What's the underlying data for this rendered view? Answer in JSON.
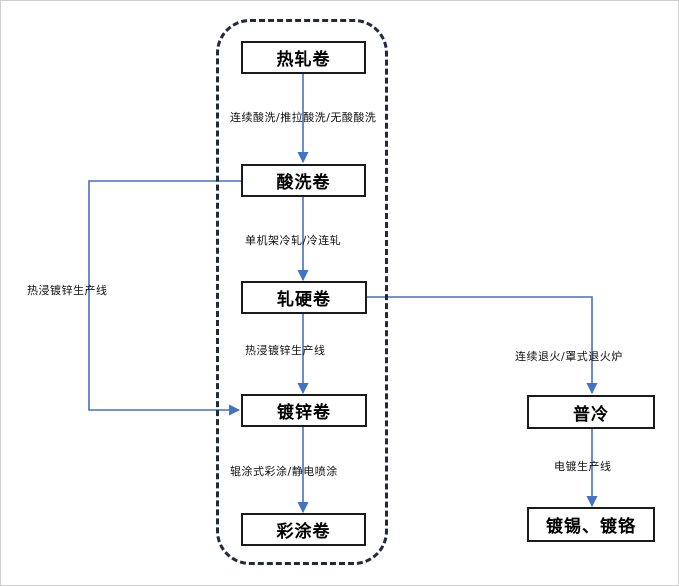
{
  "nodes": {
    "hot_rolled": "热轧卷",
    "pickled": "酸洗卷",
    "hard_rolled": "轧硬卷",
    "galvanized": "镀锌卷",
    "color_coated": "彩涂卷",
    "cold_rolled": "普冷",
    "tin_chrome": "镀锡、镀铬"
  },
  "edges": {
    "pickling": "连续酸洗/推拉酸洗/无酸酸洗",
    "cold_rolling": "单机架冷轧/冷连轧",
    "hot_dip_center": "热浸镀锌生产线",
    "coating": "辊涂式彩涂/静电喷涂",
    "hot_dip_left": "热浸镀锌生产线",
    "annealing": "连续退火/罩式退火炉",
    "electroplating": "电镀生产线"
  },
  "colors": {
    "line": "#4472c4",
    "frame": "#1f2a3d"
  }
}
